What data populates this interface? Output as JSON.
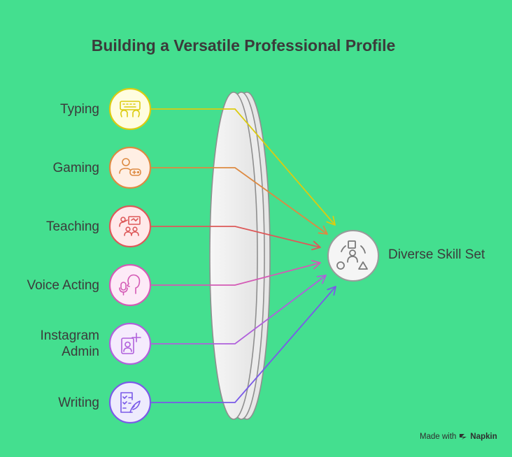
{
  "title": "Building a Versatile Professional Profile",
  "inputs": [
    {
      "label": "Typing",
      "icon": "keyboard-hands-icon",
      "color": "#dccb10",
      "fill": "#fffde0"
    },
    {
      "label": "Gaming",
      "icon": "gamer-controller-icon",
      "color": "#dd8a42",
      "fill": "#ffefe4"
    },
    {
      "label": "Teaching",
      "icon": "teacher-whiteboard-icon",
      "color": "#dd5959",
      "fill": "#ffe9ea"
    },
    {
      "label": "Voice Acting",
      "icon": "microphone-voice-icon",
      "color": "#d45ab5",
      "fill": "#fdeaf7"
    },
    {
      "label": "Instagram\nAdmin",
      "icon": "user-add-profile-icon",
      "color": "#b060dc",
      "fill": "#f5ebfd"
    },
    {
      "label": "Writing",
      "icon": "checklist-quill-icon",
      "color": "#7a5ae8",
      "fill": "#eeebfd"
    }
  ],
  "target": {
    "label": "Diverse Skill Set",
    "icon": "shapes-person-icon"
  },
  "footer": {
    "made_with": "Made with",
    "brand": "Napkin"
  }
}
